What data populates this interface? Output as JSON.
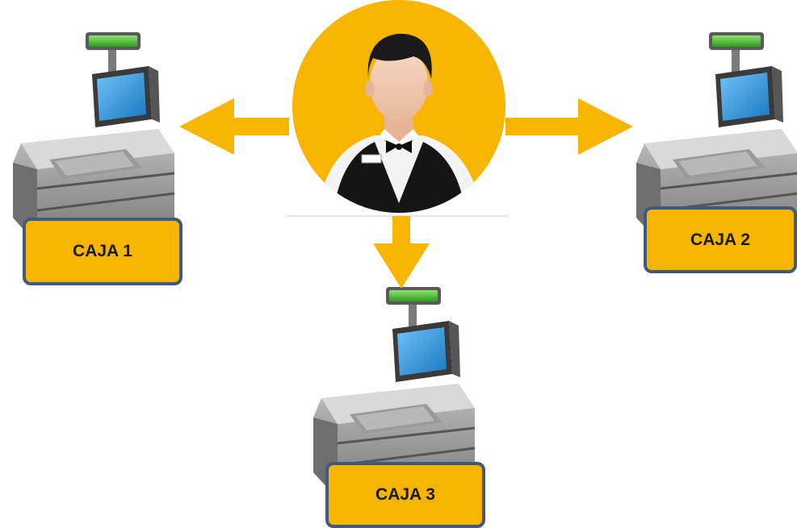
{
  "diagram": {
    "center_node": {
      "icon": "waiter-icon",
      "background_color": "#f7b500"
    },
    "registers": [
      {
        "label": "CAJA 1",
        "icon": "cash-register-icon"
      },
      {
        "label": "CAJA 2",
        "icon": "cash-register-icon"
      },
      {
        "label": "CAJA 3",
        "icon": "cash-register-icon"
      }
    ],
    "colors": {
      "arrow": "#f7b500",
      "label_fill": "#f7b500",
      "label_border": "#3f5a7e",
      "display": "#4cc53a",
      "screen": "#1f8fd8"
    }
  }
}
